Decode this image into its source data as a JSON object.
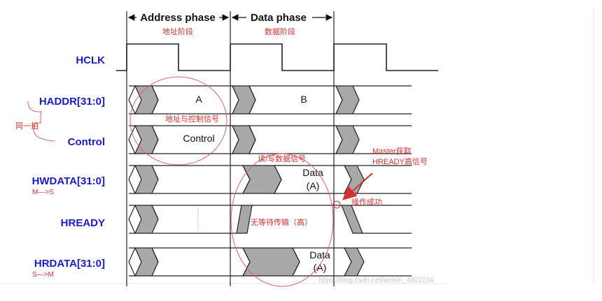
{
  "phases": {
    "address": {
      "label": "Address phase",
      "sub": "地址阶段"
    },
    "data": {
      "label": "Data phase",
      "sub": "数据阶段"
    }
  },
  "signals": {
    "hclk": "HCLK",
    "haddr": "HADDR[31:0]",
    "control": "Control",
    "hwdata": "HWDATA[31:0]",
    "hwdata_dir": "M—>S",
    "hready": "HREADY",
    "hrdata": "HRDATA[31:0]",
    "hrdata_dir": "S—>M"
  },
  "values": {
    "addr_a": "A",
    "addr_b": "B",
    "control": "Control",
    "data_word": "Data",
    "data_tag": "(A)"
  },
  "annotations": {
    "same_beat": "同一拍",
    "addr_ctrl": "地址与控制信号",
    "rw_data": "读/写数据信号",
    "no_wait": "无等待传输（高）",
    "master_get_line1": "Master获取",
    "master_get_line2": "HREADY高信号",
    "op_success": "操作成功"
  },
  "colors": {
    "signal_name": "#1a1acc",
    "annotation": "#d93030",
    "waveform": "#222222",
    "fill": "#a8a8a8"
  },
  "watermark": "https://blog.csdn.net/weixin_4602234"
}
